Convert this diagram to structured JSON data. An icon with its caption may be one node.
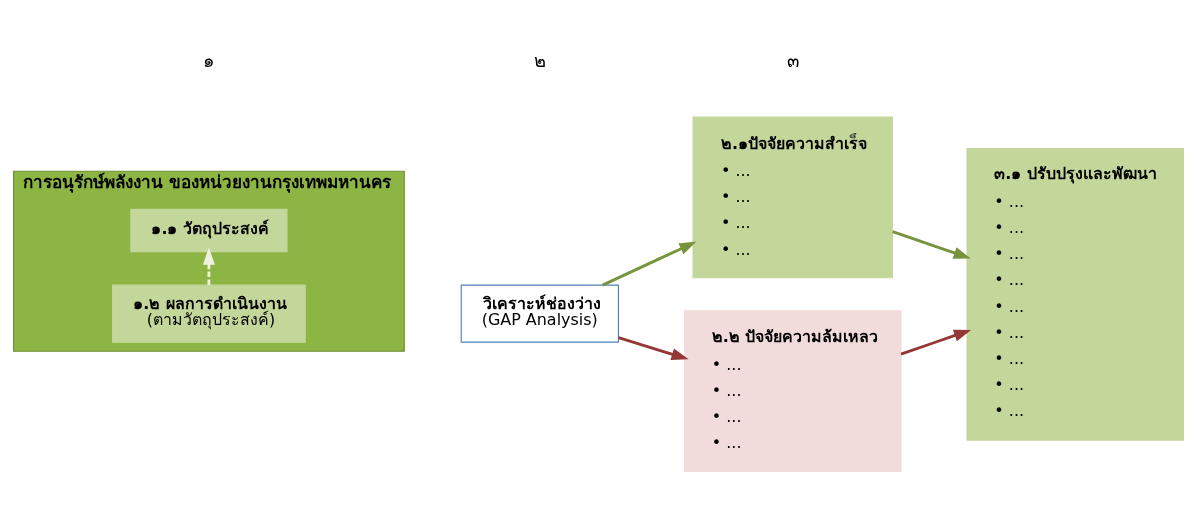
{
  "diagram": {
    "nodes": [
      {
        "text": [
          "การอนุรักษ์พลังงาน ของหน่วยงานกรุงเทพมหานคร"
        ]
      },
      {
        "text": [
          "๑.๑ วัตถุประสงค์"
        ],
        "in": 0
      },
      {
        "text": [
          "๑.๒ ผลการดำเนินงาน",
          "(ตามวัตถุประสงค์)"
        ],
        "in": 0
      },
      {
        "text": [
          "วิเคราะห์ช่องว่าง",
          "(GAP Analysis)"
        ]
      },
      {
        "text": [
          "๒.๑ปัจจัยความสำเร็จ",
          "• ...",
          "• ...",
          "• ...",
          "• ..."
        ]
      },
      {
        "text": [
          "๒.๒ ปัจจัยความล้มเหลว",
          "• ...",
          "• ...",
          "• ...",
          "• ..."
        ]
      },
      {
        "text": [
          "๓.๑ ปรับปรุงและพัฒนา",
          "• ...",
          "• ...",
          "• ...",
          "• ...",
          "• ...",
          "• ...",
          "• ...",
          "• ...",
          "• ..."
        ]
      }
    ],
    "edges": [
      {
        "from": 2,
        "to": 1,
        "arrow": "to",
        "style": "dashed",
        "color": "#eef0e0"
      },
      {
        "from": 3,
        "to": 4,
        "arrow": "to",
        "color": "#77933c"
      },
      {
        "from": 3,
        "to": 5,
        "arrow": "to",
        "color": "#953735"
      },
      {
        "from": 4,
        "to": 6,
        "arrow": "to",
        "color": "#77933c"
      },
      {
        "from": 5,
        "to": 6,
        "arrow": "to",
        "color": "#953735"
      }
    ],
    "labels": [
      "๑",
      "๒",
      "๓"
    ]
  }
}
